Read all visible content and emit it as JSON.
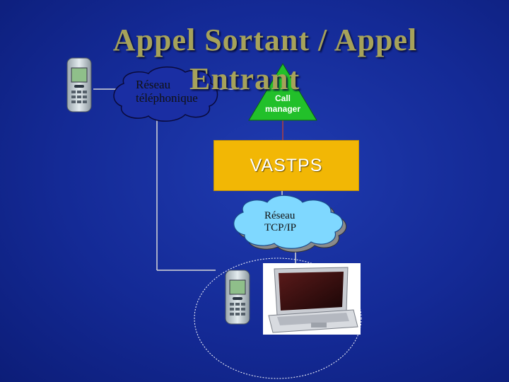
{
  "title": {
    "line1": "Appel Sortant / Appel",
    "line2": "Entrant"
  },
  "nodes": {
    "reseau_telephonique": {
      "line1": "Réseau",
      "line2": "téléphonique"
    },
    "call_manager": {
      "line1": "Call",
      "line2": "manager"
    },
    "vastps": "VASTPS",
    "reseau_tcpip": {
      "line1": "Réseau",
      "line2": "TCP/IP"
    }
  },
  "colors": {
    "background": "#142a96",
    "title": "#a6a25a",
    "vastps_fill": "#f2b705",
    "call_manager_fill": "#22c02a",
    "tcpip_cloud_fill": "#7fd8ff",
    "connector_lines": "#d9d9d9",
    "call_manager_link": "#b04040"
  },
  "icons": [
    "mobile-phone-icon",
    "laptop-icon"
  ]
}
